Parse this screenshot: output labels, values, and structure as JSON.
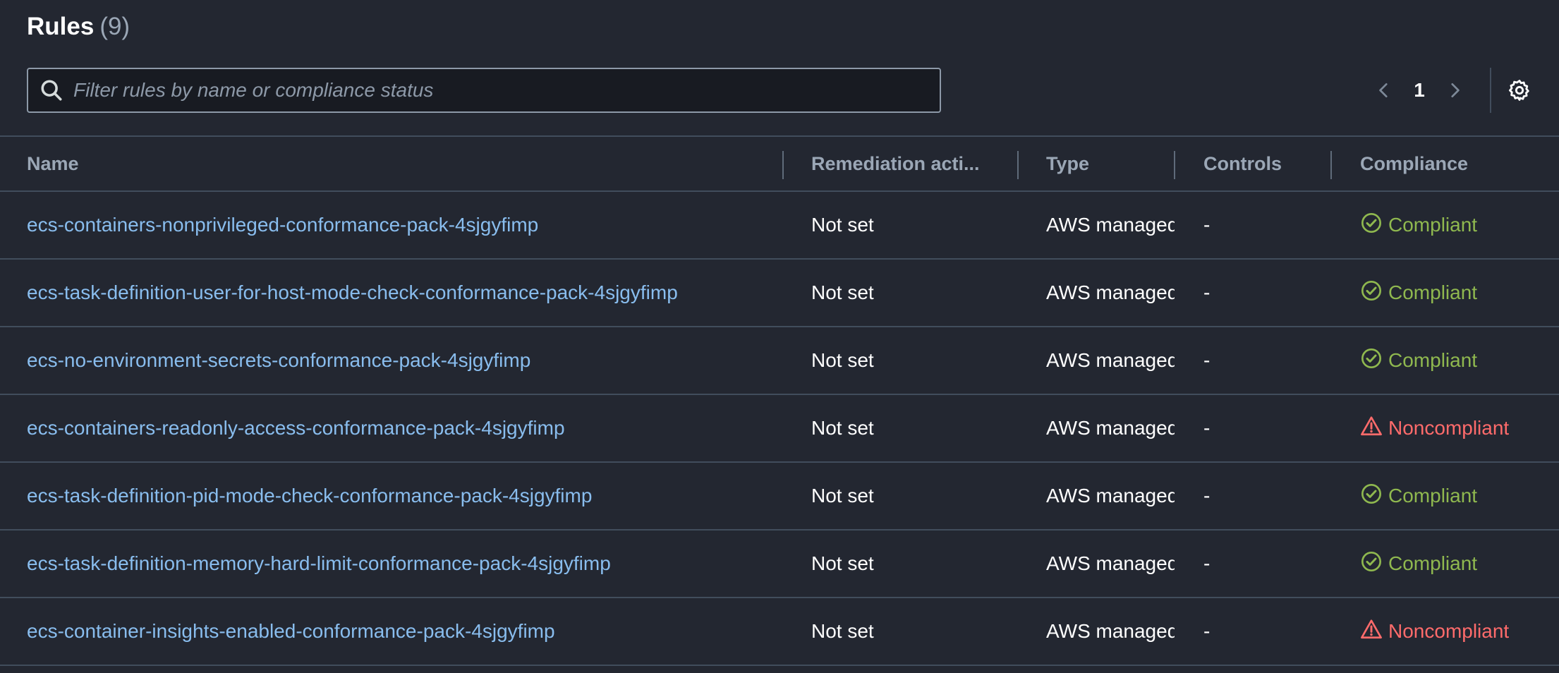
{
  "header": {
    "title": "Rules",
    "count": "(9)"
  },
  "search": {
    "placeholder": "Filter rules by name or compliance status",
    "value": ""
  },
  "pagination": {
    "current_page": "1"
  },
  "table": {
    "columns": {
      "name": "Name",
      "remediation": "Remediation acti...",
      "type": "Type",
      "controls": "Controls",
      "compliance": "Compliance"
    },
    "rows": [
      {
        "name": "ecs-containers-nonprivileged-conformance-pack-4sjgyfimp",
        "remediation": "Not set",
        "type": "AWS managed",
        "controls": "-",
        "compliance": "Compliant"
      },
      {
        "name": "ecs-task-definition-user-for-host-mode-check-conformance-pack-4sjgyfimp",
        "remediation": "Not set",
        "type": "AWS managed",
        "controls": "-",
        "compliance": "Compliant"
      },
      {
        "name": "ecs-no-environment-secrets-conformance-pack-4sjgyfimp",
        "remediation": "Not set",
        "type": "AWS managed",
        "controls": "-",
        "compliance": "Compliant"
      },
      {
        "name": "ecs-containers-readonly-access-conformance-pack-4sjgyfimp",
        "remediation": "Not set",
        "type": "AWS managed",
        "controls": "-",
        "compliance": "Noncompliant"
      },
      {
        "name": "ecs-task-definition-pid-mode-check-conformance-pack-4sjgyfimp",
        "remediation": "Not set",
        "type": "AWS managed",
        "controls": "-",
        "compliance": "Compliant"
      },
      {
        "name": "ecs-task-definition-memory-hard-limit-conformance-pack-4sjgyfimp",
        "remediation": "Not set",
        "type": "AWS managed",
        "controls": "-",
        "compliance": "Compliant"
      },
      {
        "name": "ecs-container-insights-enabled-conformance-pack-4sjgyfimp",
        "remediation": "Not set",
        "type": "AWS managed",
        "controls": "-",
        "compliance": "Noncompliant"
      }
    ]
  },
  "colors": {
    "background": "#232731",
    "link": "#89bdee",
    "compliant": "#8fb84f",
    "noncompliant": "#ff6b6b",
    "border": "#414d5c"
  },
  "icons": {
    "search": "search-icon",
    "prev": "chevron-left-icon",
    "next": "chevron-right-icon",
    "settings": "gear-icon",
    "compliant": "check-circle-icon",
    "noncompliant": "warning-triangle-icon"
  }
}
